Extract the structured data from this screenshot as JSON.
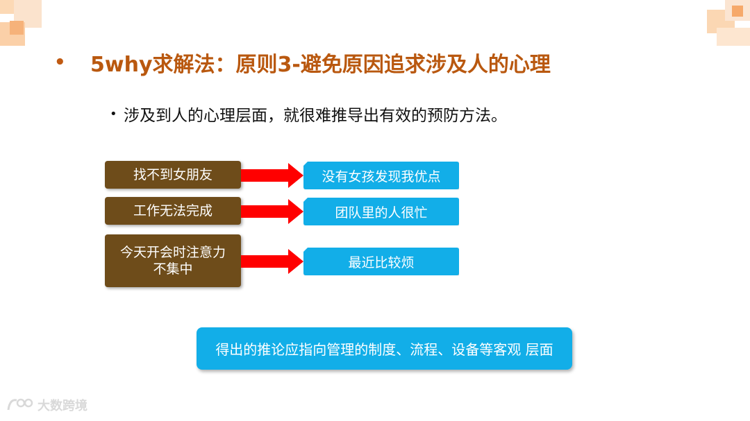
{
  "slide": {
    "title": "5why求解法：原则3-避免原因追求涉及人的心理",
    "subpoint": "涉及到人的心理层面，就很难推导出有效的预防方法。",
    "rows": [
      {
        "cause": "找不到女朋友",
        "effect": "没有女孩发现我优点"
      },
      {
        "cause": "工作无法完成",
        "effect": "团队里的人很忙"
      },
      {
        "cause": "今天开会时注意力不集中",
        "effect": "最近比较烦"
      }
    ],
    "conclusion": "得出的推论应指向管理的制度、流程、设备等客观 层面"
  },
  "watermark": {
    "text": "大数跨境"
  },
  "colors": {
    "title": "#b9580f",
    "cause_box": "#6e4c1a",
    "effect_box": "#12aee8",
    "arrow": "#ff0000",
    "decoration": "#f6b27a"
  }
}
